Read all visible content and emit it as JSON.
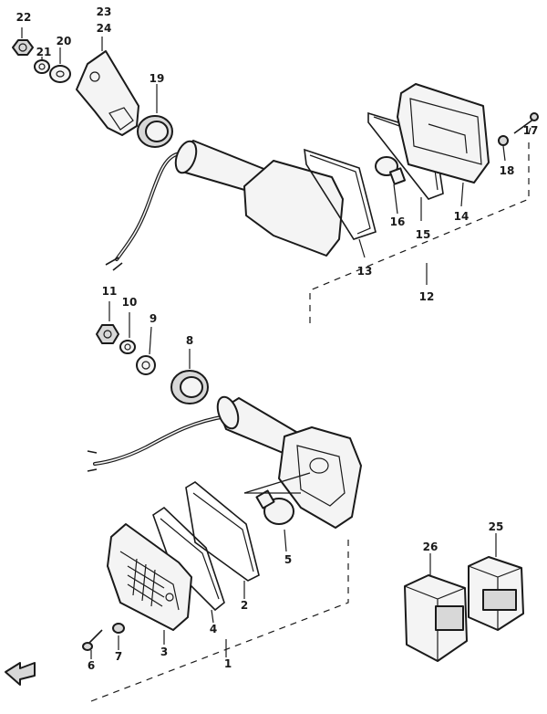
{
  "callouts": [
    "1",
    "2",
    "3",
    "4",
    "5",
    "6",
    "7",
    "8",
    "9",
    "10",
    "11",
    "12",
    "13",
    "14",
    "15",
    "16",
    "17",
    "18",
    "19",
    "20",
    "21",
    "22",
    "23",
    "24",
    "25",
    "26"
  ],
  "colors": {
    "ink": "#1a1a1a",
    "paper": "#ffffff",
    "fill": "#f4f4f4"
  },
  "icons": {
    "front_arrow": "front-arrow-icon"
  }
}
